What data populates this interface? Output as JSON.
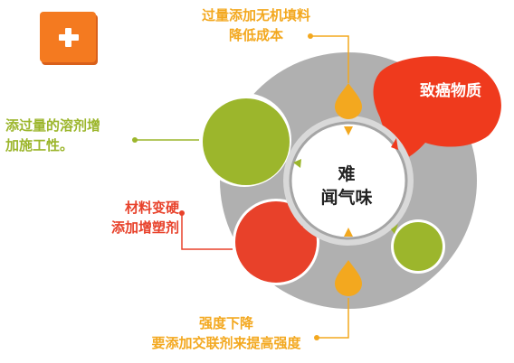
{
  "colors": {
    "orange": "#f47a20",
    "gold": "#f3a81f",
    "green": "#9cb62c",
    "red": "#e8412a",
    "bright_red": "#ef3a1d",
    "gray": "#b0b0b0",
    "light_gray": "#d9d9d9"
  },
  "icons": {
    "corner": "plus-icon"
  },
  "center": {
    "line1": "难",
    "line2": "闻气味"
  },
  "issues": {
    "top": {
      "line1": "过量添加无机填料",
      "line2": "降低成本"
    },
    "left": {
      "line1": "添过量的溶剂增",
      "line2": "加施工性。"
    },
    "middle": {
      "line1": "材料变硬",
      "line2": "添加增塑剂"
    },
    "bottom": {
      "line1": "强度下降",
      "line2": "要添加交联剂来提高强度"
    },
    "red_blob": {
      "label": "致癌物质"
    }
  }
}
